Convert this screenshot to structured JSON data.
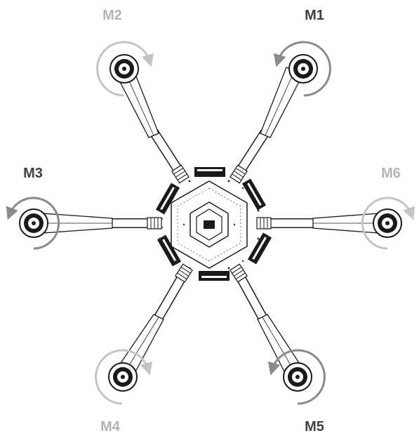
{
  "colors": {
    "dark_label": "#404040",
    "light_label": "#b4b4b4",
    "arrow_dark": "#8a8a8a",
    "arrow_light": "#c4c4c4",
    "line": "#1a1a1a",
    "fill": "#ffffff"
  },
  "motors": [
    {
      "id": "M1",
      "label": "M1",
      "rotation": "counterclockwise",
      "label_tone": "dark"
    },
    {
      "id": "M2",
      "label": "M2",
      "rotation": "clockwise",
      "label_tone": "light"
    },
    {
      "id": "M3",
      "label": "M3",
      "rotation": "counterclockwise",
      "label_tone": "dark"
    },
    {
      "id": "M4",
      "label": "M4",
      "rotation": "clockwise",
      "label_tone": "light"
    },
    {
      "id": "M5",
      "label": "M5",
      "rotation": "counterclockwise",
      "label_tone": "dark"
    },
    {
      "id": "M6",
      "label": "M6",
      "rotation": "clockwise",
      "label_tone": "light"
    }
  ]
}
